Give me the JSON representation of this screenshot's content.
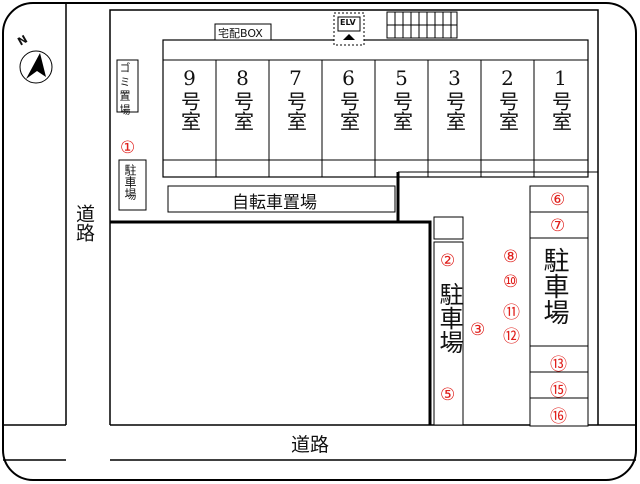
{
  "compass": {
    "label": "N",
    "icon": "north-arrow-icon"
  },
  "roads": {
    "left": "道路",
    "bottom": "道路"
  },
  "facilities": {
    "delivery_box": "宅配BOX",
    "elevator": "ELV",
    "garbage": "ゴミ置場",
    "bicycle": "自転車置場",
    "parking_small": "駐車場",
    "parking_center": "駐車場",
    "parking_right": "駐車場"
  },
  "rooms": [
    {
      "num": "9",
      "suffix": "号室"
    },
    {
      "num": "8",
      "suffix": "号室"
    },
    {
      "num": "7",
      "suffix": "号室"
    },
    {
      "num": "6",
      "suffix": "号室"
    },
    {
      "num": "5",
      "suffix": "号室"
    },
    {
      "num": "3",
      "suffix": "号室"
    },
    {
      "num": "2",
      "suffix": "号室"
    },
    {
      "num": "1",
      "suffix": "号室"
    }
  ],
  "spots": {
    "s1": "①",
    "s2": "②",
    "s3": "③",
    "s5": "⑤",
    "s6": "⑥",
    "s7": "⑦",
    "s8": "⑧",
    "s10": "⑩",
    "s11": "⑪",
    "s12": "⑫",
    "s13": "⑬",
    "s15": "⑮",
    "s16": "⑯"
  },
  "colors": {
    "spot_red": "#e0201c",
    "line": "#000000"
  }
}
